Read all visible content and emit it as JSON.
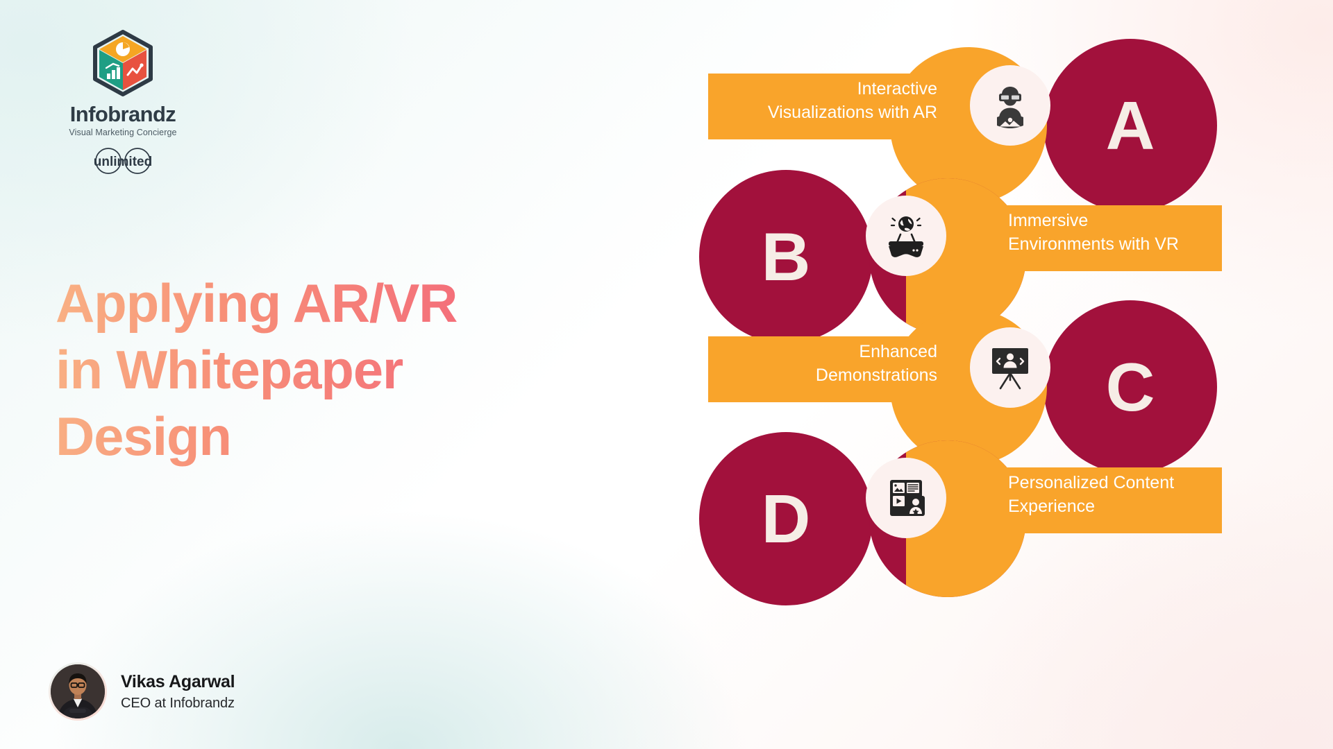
{
  "brand": {
    "logo_icon": "infobrandz-cube-icon",
    "wordmark": "Infobrandz",
    "tagline": "Visual Marketing Concierge",
    "sub_logo": "unlimited",
    "cube_colors": {
      "top": "#F5A623",
      "left": "#1F9E84",
      "right": "#E8523F",
      "outline": "#2E3A45"
    }
  },
  "headline": {
    "text": "Applying AR/VR\nin Whitepaper\nDesign",
    "gradient_from": "#F9B184",
    "gradient_to": "#EF4F72"
  },
  "author": {
    "name": "Vikas Agarwal",
    "role": "CEO at Infobrandz",
    "avatar_icon": "author-portrait-avatar"
  },
  "palette": {
    "orange": "#F9A42B",
    "dark_red": "#A2113C",
    "cream": "#F6EDE6",
    "icon_dark": "#3A3A3A",
    "icon_bg": "#FCF1EF"
  },
  "infographic": {
    "type": "process-steps",
    "items": [
      {
        "letter": "A",
        "label": "Interactive\nVisualizations with AR",
        "icon": "person-vr-headset-icon",
        "direction": "label-left"
      },
      {
        "letter": "B",
        "label": "Immersive\nEnvironments with VR",
        "icon": "vr-glasses-globe-icon",
        "direction": "label-right"
      },
      {
        "letter": "C",
        "label": "Enhanced\nDemonstrations",
        "icon": "presentation-board-person-icon",
        "direction": "label-left"
      },
      {
        "letter": "D",
        "label": "Personalized Content\nExperience",
        "icon": "personalized-media-card-icon",
        "direction": "label-right"
      }
    ]
  }
}
